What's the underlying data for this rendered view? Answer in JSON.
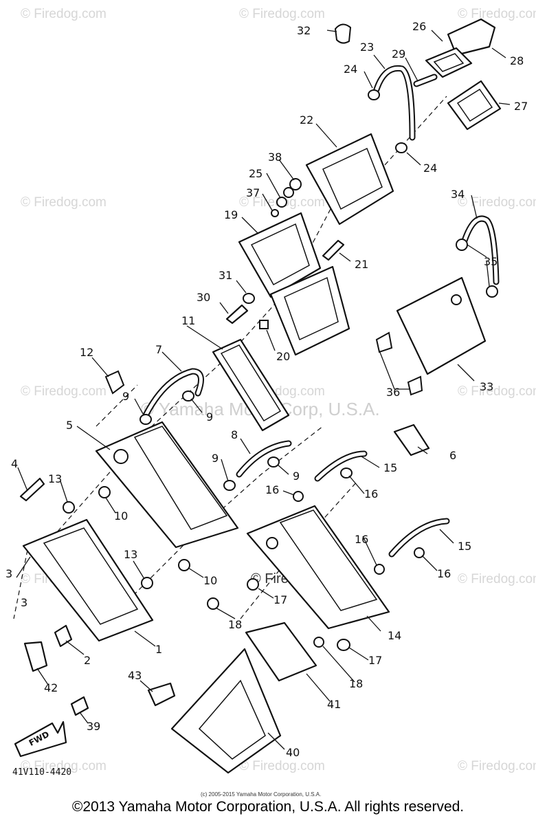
{
  "watermarks": {
    "repeat_text": "© Firedog.com",
    "center_text": "© Yamaha Motor Corp, U.S.A.",
    "mid_text": "© Firedog.com"
  },
  "diagram_code": "41V110-4420",
  "small_copyright": "(c) 2005-2015 Yamaha Motor Corporation, U.S.A.",
  "fwd_label": "FWD",
  "footer": "©2013 Yamaha Motor Corporation, U.S.A. All rights reserved.",
  "callouts": {
    "c1": "1",
    "c2": "2",
    "c3a": "3",
    "c3b": "3",
    "c4": "4",
    "c5": "5",
    "c6": "6",
    "c7": "7",
    "c8": "8",
    "c9a": "9",
    "c9b": "9",
    "c9c": "9",
    "c9d": "9",
    "c10a": "10",
    "c10b": "10",
    "c11": "11",
    "c12": "12",
    "c13a": "13",
    "c13b": "13",
    "c14": "14",
    "c15a": "15",
    "c15b": "15",
    "c16a": "16",
    "c16b": "16",
    "c16c": "16",
    "c16d": "16",
    "c17a": "17",
    "c17b": "17",
    "c18a": "18",
    "c18b": "18",
    "c19": "19",
    "c20": "20",
    "c21": "21",
    "c22": "22",
    "c23": "23",
    "c24a": "24",
    "c24b": "24",
    "c25": "25",
    "c26": "26",
    "c27": "27",
    "c28": "28",
    "c29": "29",
    "c30": "30",
    "c31": "31",
    "c32": "32",
    "c33": "33",
    "c34": "34",
    "c35": "35",
    "c36": "36",
    "c37": "37",
    "c38": "38",
    "c39": "39",
    "c40": "40",
    "c41": "41",
    "c42": "42",
    "c43": "43"
  }
}
